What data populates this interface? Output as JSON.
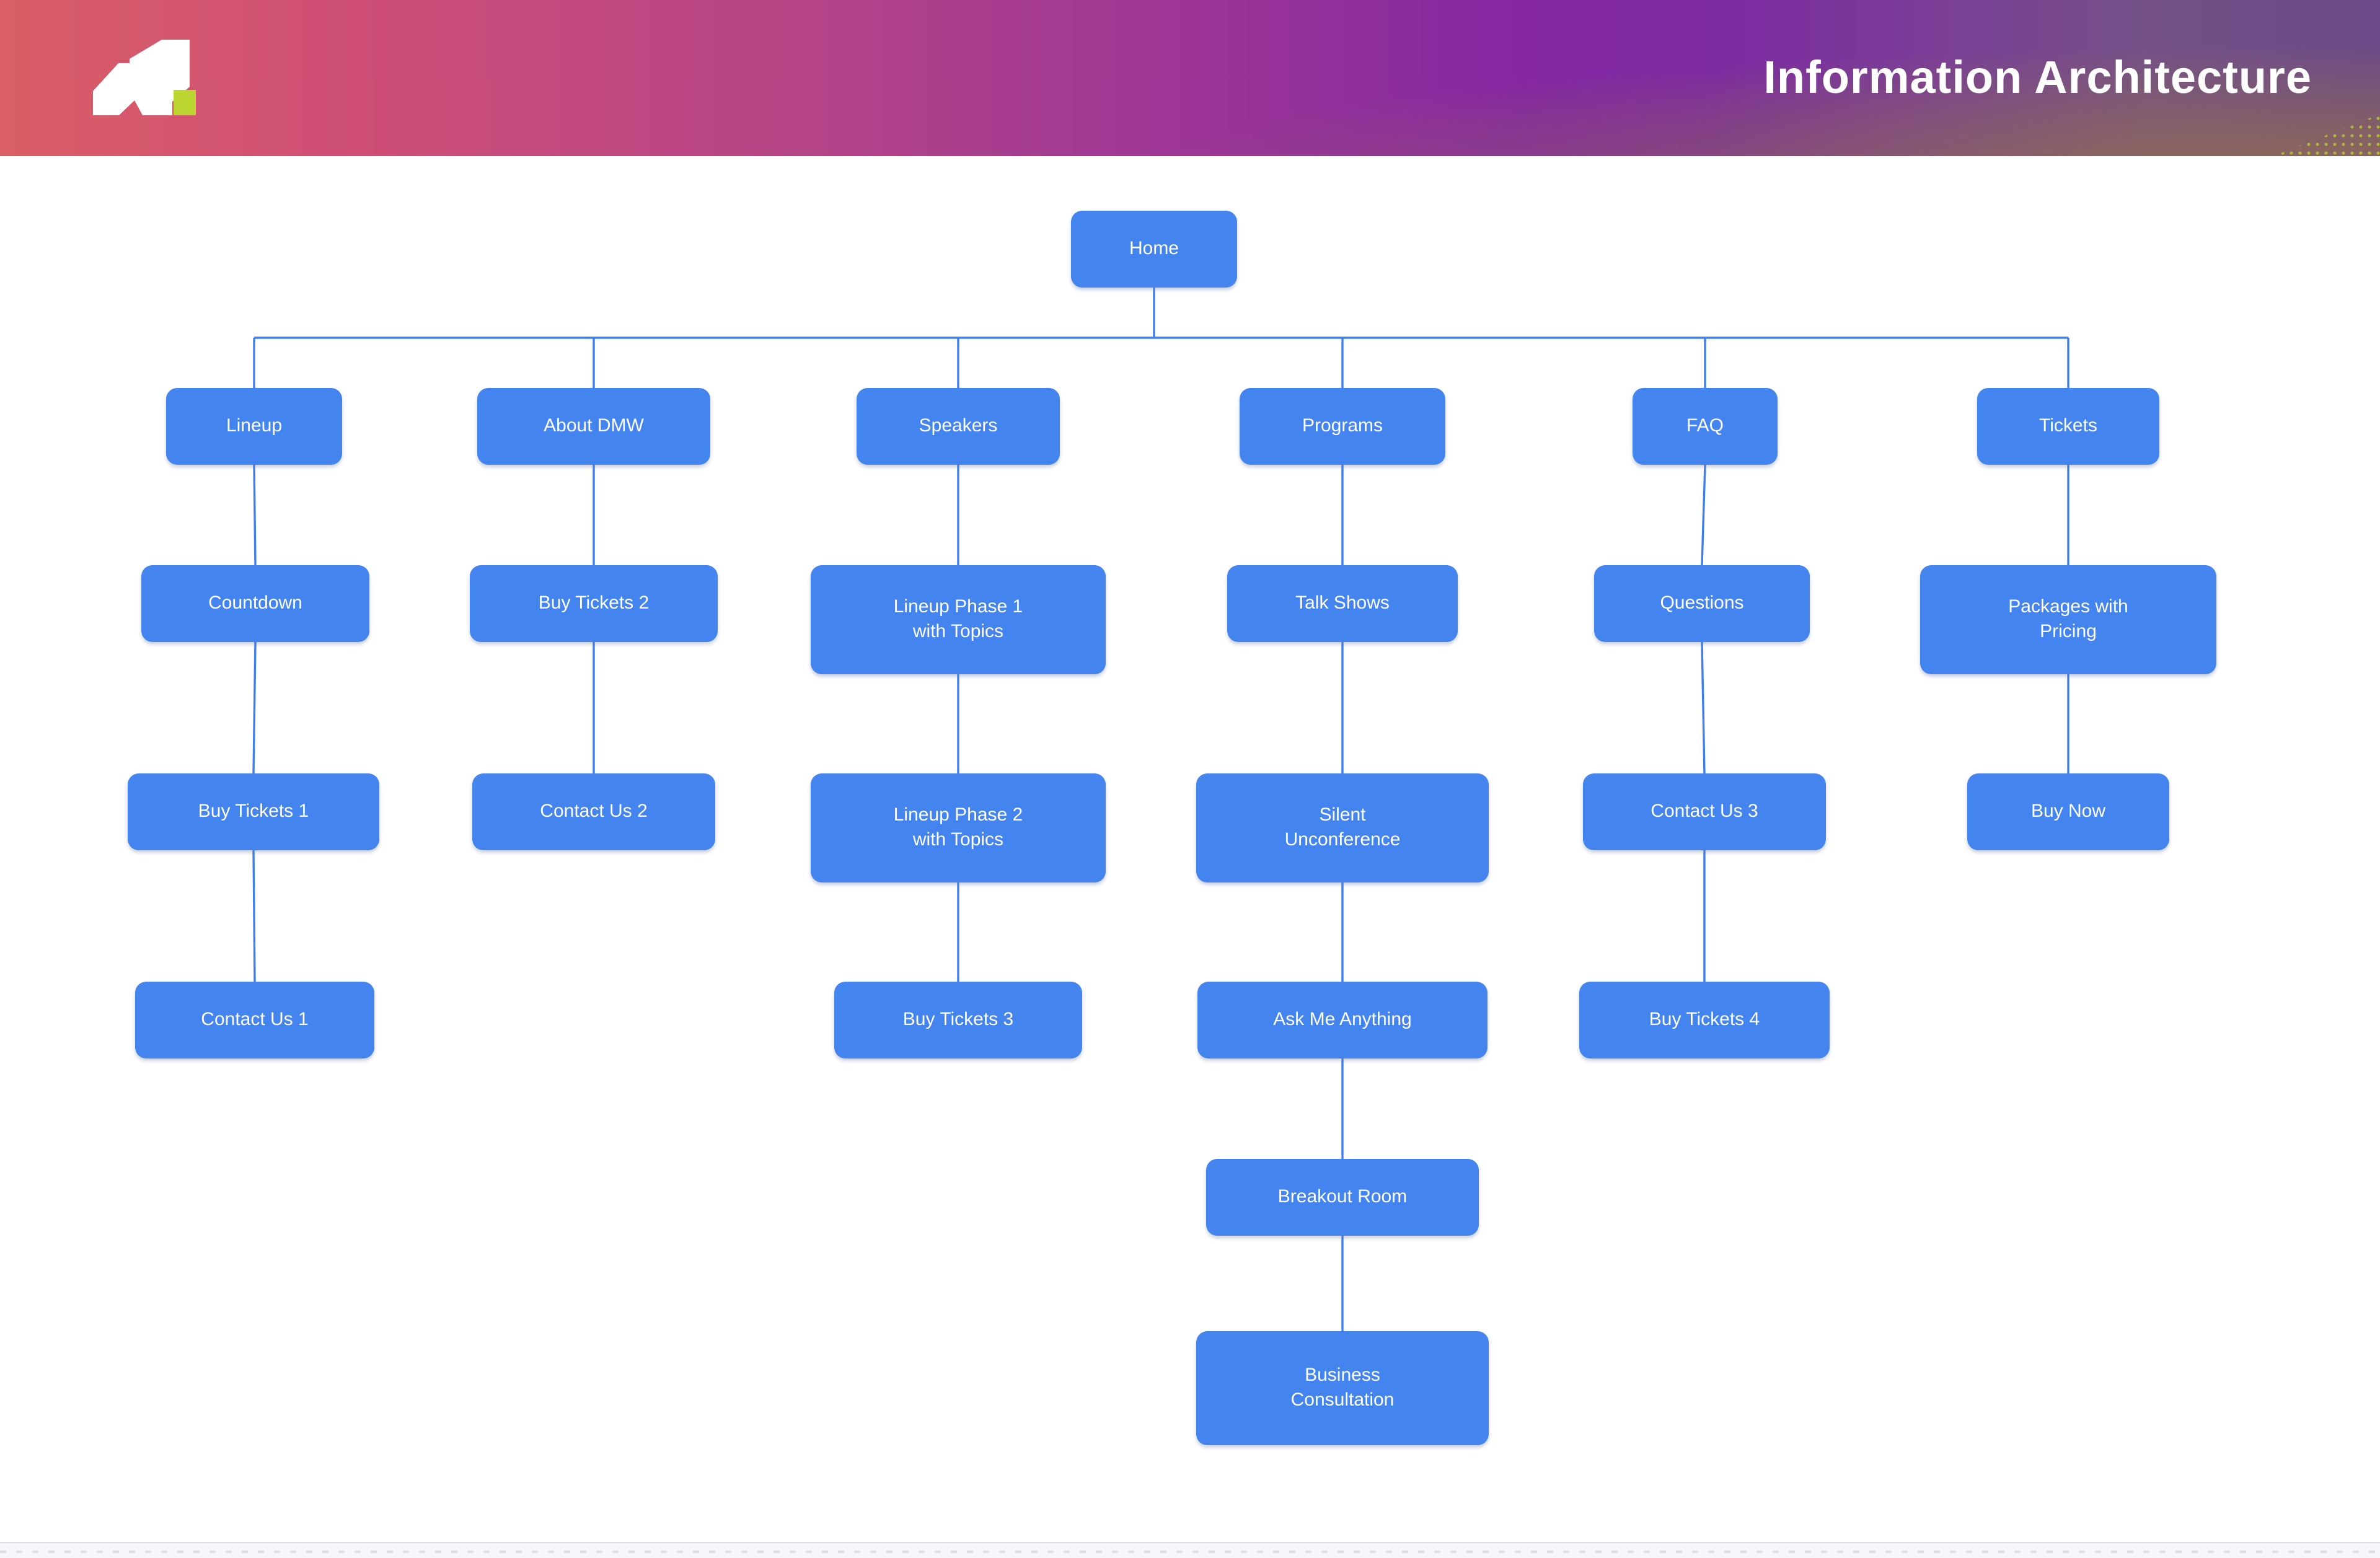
{
  "header": {
    "title": "Information Architecture"
  },
  "colors": {
    "node_fill": "#4484ee",
    "node_text": "#ffffff",
    "connector": "#3f7eed",
    "logo_mark": "#ffffff",
    "logo_accent": "#bcd531"
  },
  "tree": {
    "root": {
      "id": "home",
      "label": "Home",
      "children": [
        {
          "id": "lineup",
          "label": "Lineup",
          "children": [
            {
              "id": "countdown",
              "label": "Countdown",
              "children": [
                {
                  "id": "buy-tickets-1",
                  "label": "Buy Tickets 1",
                  "children": [
                    {
                      "id": "contact-us-1",
                      "label": "Contact Us 1",
                      "children": []
                    }
                  ]
                }
              ]
            }
          ]
        },
        {
          "id": "about-dmw",
          "label": "About DMW",
          "children": [
            {
              "id": "buy-tickets-2",
              "label": "Buy Tickets 2",
              "children": [
                {
                  "id": "contact-us-2",
                  "label": "Contact Us 2",
                  "children": []
                }
              ]
            }
          ]
        },
        {
          "id": "speakers",
          "label": "Speakers",
          "children": [
            {
              "id": "lineup-phase-1",
              "label": "Lineup Phase 1\nwith Topics",
              "children": [
                {
                  "id": "lineup-phase-2",
                  "label": "Lineup Phase 2\nwith Topics",
                  "children": [
                    {
                      "id": "buy-tickets-3",
                      "label": "Buy Tickets 3",
                      "children": []
                    }
                  ]
                }
              ]
            }
          ]
        },
        {
          "id": "programs",
          "label": "Programs",
          "children": [
            {
              "id": "talk-shows",
              "label": "Talk Shows",
              "children": [
                {
                  "id": "silent-unconference",
                  "label": "Silent\nUnconference",
                  "children": [
                    {
                      "id": "ask-me-anything",
                      "label": "Ask Me Anything",
                      "children": [
                        {
                          "id": "breakout-room",
                          "label": "Breakout Room",
                          "children": [
                            {
                              "id": "business-consultation",
                              "label": "Business\nConsultation",
                              "children": []
                            }
                          ]
                        }
                      ]
                    }
                  ]
                }
              ]
            }
          ]
        },
        {
          "id": "faq",
          "label": "FAQ",
          "children": [
            {
              "id": "questions",
              "label": "Questions",
              "children": [
                {
                  "id": "contact-us-3",
                  "label": "Contact Us 3",
                  "children": [
                    {
                      "id": "buy-tickets-4",
                      "label": "Buy Tickets 4",
                      "children": []
                    }
                  ]
                }
              ]
            }
          ]
        },
        {
          "id": "tickets",
          "label": "Tickets",
          "children": [
            {
              "id": "packages-with-pricing",
              "label": "Packages with\nPricing",
              "children": [
                {
                  "id": "buy-now",
                  "label": "Buy Now",
                  "children": []
                }
              ]
            }
          ]
        }
      ]
    }
  }
}
